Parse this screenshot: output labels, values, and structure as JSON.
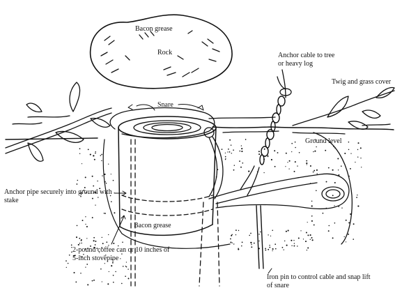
{
  "colors": {
    "ink": "#111111",
    "paper": "#ffffff"
  },
  "labels": {
    "bacon_top": "Bacon grease",
    "rock": "Rock",
    "anchor_cable": "Anchor cable to tree\nor heavy log",
    "twig_cover": "Twig and grass cover",
    "snare": "Snare",
    "ground_level": "Ground level",
    "anchor_pipe": "Anchor pipe securely into ground with\nstake",
    "bacon_bottom": "Bacon grease",
    "coffee_can": "2-pound coffee can or 10 inches of\n5-inch stovepipe",
    "iron_pin": "Iron pin to control cable and snap lift\nof snare"
  }
}
